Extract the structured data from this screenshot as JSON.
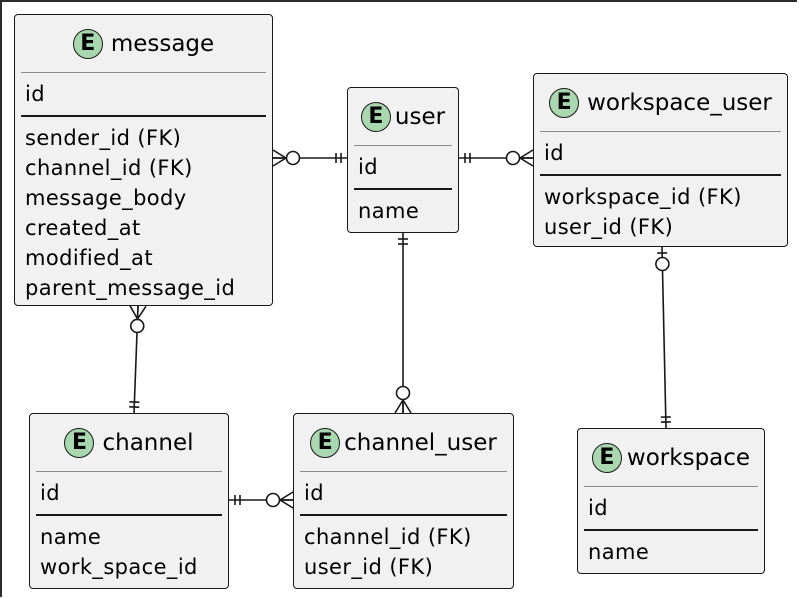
{
  "entities": {
    "message": {
      "badge": "E",
      "name": "message",
      "keys": [
        "id"
      ],
      "attributes": [
        "sender_id (FK)",
        "channel_id (FK)",
        "message_body",
        "created_at",
        "modified_at",
        "parent_message_id"
      ]
    },
    "user": {
      "badge": "E",
      "name": "user",
      "keys": [
        "id"
      ],
      "attributes": [
        "name"
      ]
    },
    "workspace_user": {
      "badge": "E",
      "name": "workspace_user",
      "keys": [
        "id"
      ],
      "attributes": [
        "workspace_id (FK)",
        "user_id (FK)"
      ]
    },
    "channel": {
      "badge": "E",
      "name": "channel",
      "keys": [
        "id"
      ],
      "attributes": [
        "name",
        "work_space_id"
      ]
    },
    "channel_user": {
      "badge": "E",
      "name": "channel_user",
      "keys": [
        "id"
      ],
      "attributes": [
        "channel_id (FK)",
        "user_id (FK)"
      ]
    },
    "workspace": {
      "badge": "E",
      "name": "workspace",
      "keys": [
        "id"
      ],
      "attributes": [
        "name"
      ]
    }
  },
  "relationships": [
    {
      "from": "message",
      "from_end": "zero-or-many",
      "to": "user",
      "to_end": "exactly-one"
    },
    {
      "from": "user",
      "from_end": "exactly-one",
      "to": "workspace_user",
      "to_end": "zero-or-many"
    },
    {
      "from": "message",
      "from_end": "zero-or-many",
      "to": "channel",
      "to_end": "exactly-one"
    },
    {
      "from": "user",
      "from_end": "exactly-one",
      "to": "channel_user",
      "to_end": "zero-or-many"
    },
    {
      "from": "channel",
      "from_end": "exactly-one",
      "to": "channel_user",
      "to_end": "zero-or-many"
    },
    {
      "from": "workspace_user",
      "from_end": "zero-or-one",
      "to": "workspace",
      "to_end": "exactly-one"
    }
  ],
  "colors": {
    "entity_fill": "#f1f1f1",
    "badge_fill": "#a9d8b0",
    "stroke": "#181818"
  }
}
